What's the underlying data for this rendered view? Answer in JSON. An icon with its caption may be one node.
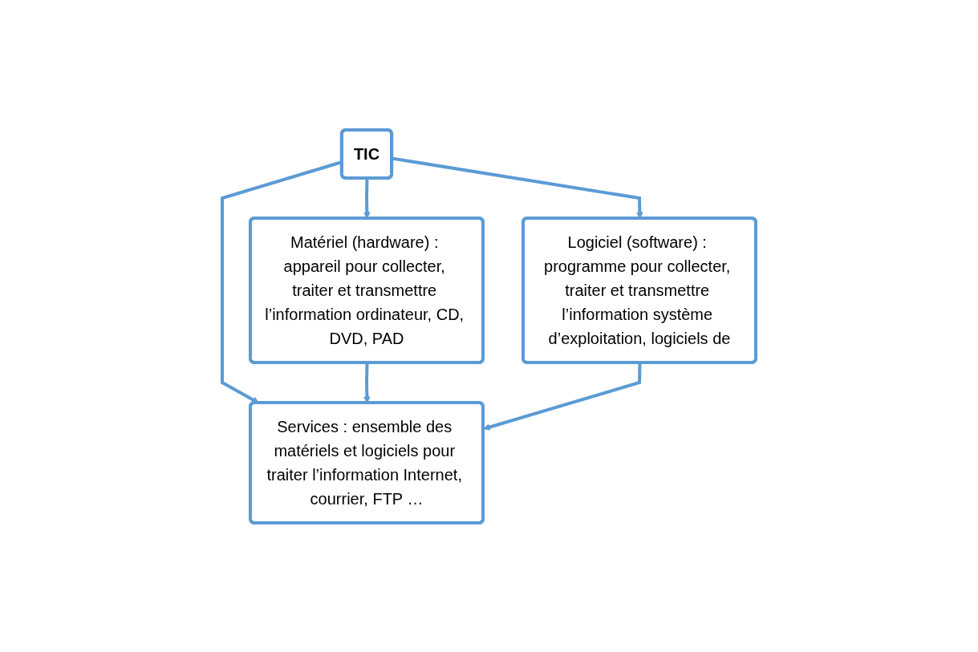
{
  "diagram": {
    "nodes": [
      {
        "text": [
          "TIC"
        ]
      },
      {
        "text": [
          "Matériel (hardware) : appareil pour collecter, traiter et transmettre l’information ordinateur, CD, DVD, PAD"
        ]
      },
      {
        "text": [
          "Logiciel (software) : programme pour collecter, traiter et transmettre l’information système d’exploitation, logiciels de"
        ]
      },
      {
        "text": [
          "Services : ensemble des matériels et logiciels pour traiter l’information Internet, courrier, FTP …"
        ]
      }
    ],
    "edges": [
      {
        "from": 0,
        "to": 1,
        "arrow": "to"
      },
      {
        "from": 0,
        "to": 2,
        "arrow": "to"
      },
      {
        "from": 0,
        "to": 3,
        "arrow": "to"
      },
      {
        "from": 1,
        "to": 3,
        "arrow": "to"
      },
      {
        "from": 2,
        "to": 3,
        "arrow": "to"
      }
    ]
  }
}
